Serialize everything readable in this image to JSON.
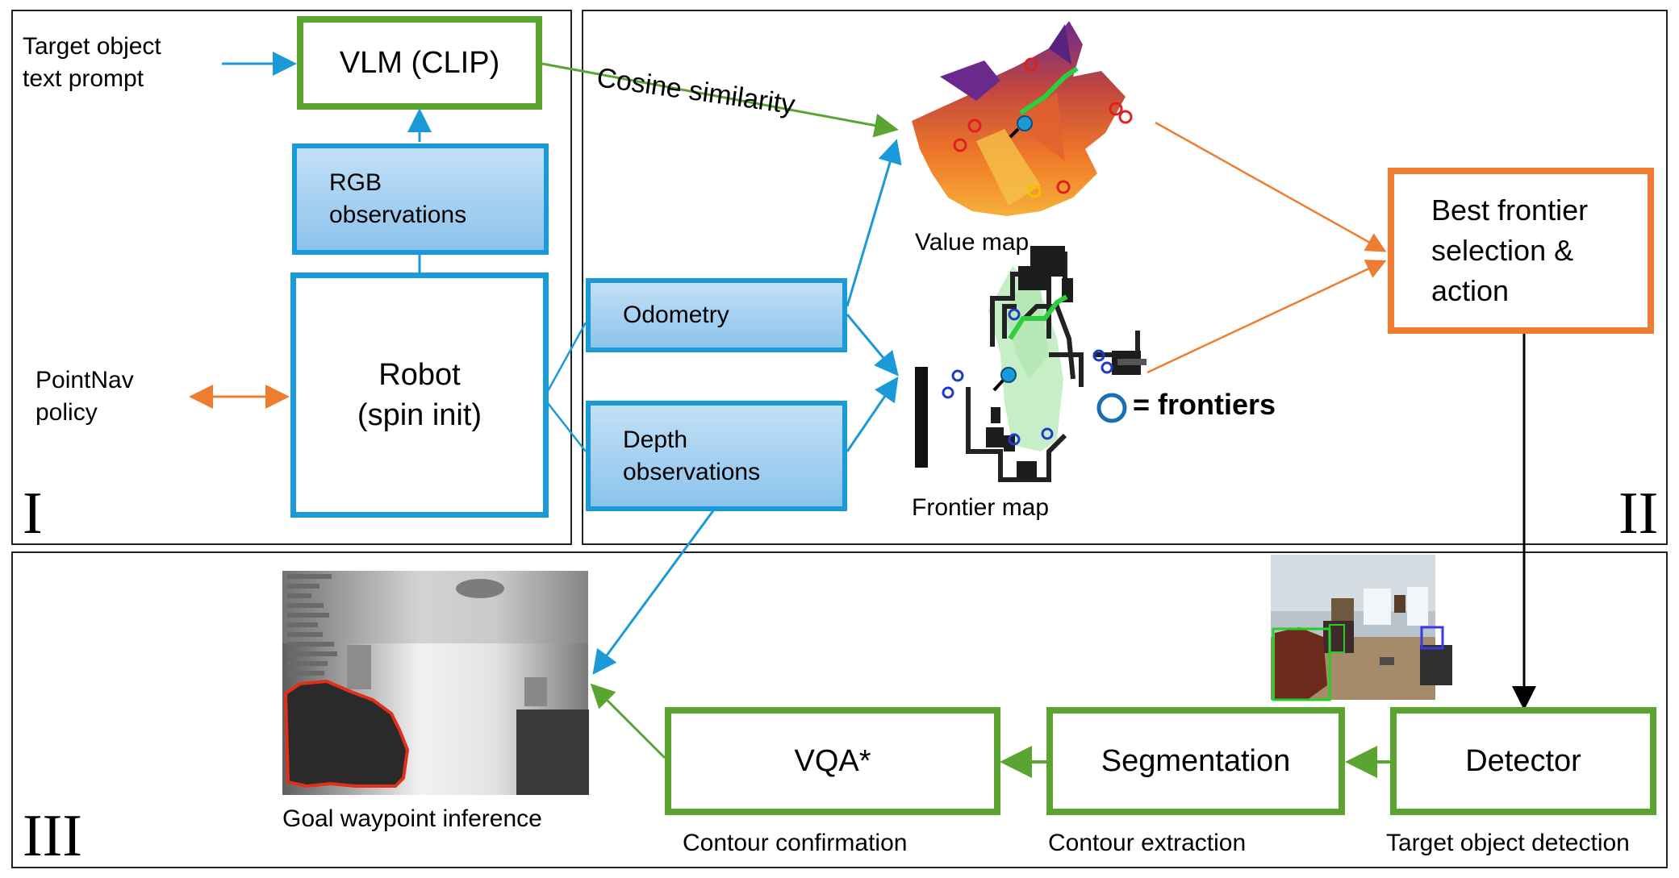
{
  "panels": {
    "one": {
      "numeral": "I"
    },
    "two": {
      "numeral": "II"
    },
    "three": {
      "numeral": "III"
    }
  },
  "inputs": {
    "target_prompt_line1": "Target object",
    "target_prompt_line2": "text prompt",
    "pointnav_line1": "PointNav",
    "pointnav_line2": "policy"
  },
  "boxes": {
    "vlm": "VLM (CLIP)",
    "rgb_line1": "RGB",
    "rgb_line2": "observations",
    "robot_line1": "Robot",
    "robot_line2": "(spin init)",
    "odometry": "Odometry",
    "depth_line1": "Depth",
    "depth_line2": "observations",
    "best_line1": "Best frontier",
    "best_line2": "selection &",
    "best_line3": "action",
    "detector": "Detector",
    "segmentation": "Segmentation",
    "vqa": "VQA*"
  },
  "edge_labels": {
    "cosine": "Cosine similarity"
  },
  "captions": {
    "value_map": "Value map",
    "frontier_map": "Frontier map",
    "frontier_legend": "= frontiers",
    "goal_waypoint": "Goal waypoint inference",
    "contour_confirmation": "Contour confirmation",
    "contour_extraction": "Contour extraction",
    "target_detection": "Target object detection"
  },
  "colors": {
    "green": "#5aa532",
    "blue": "#1a9bd7",
    "orange": "#ef7d31",
    "black": "#000000"
  }
}
